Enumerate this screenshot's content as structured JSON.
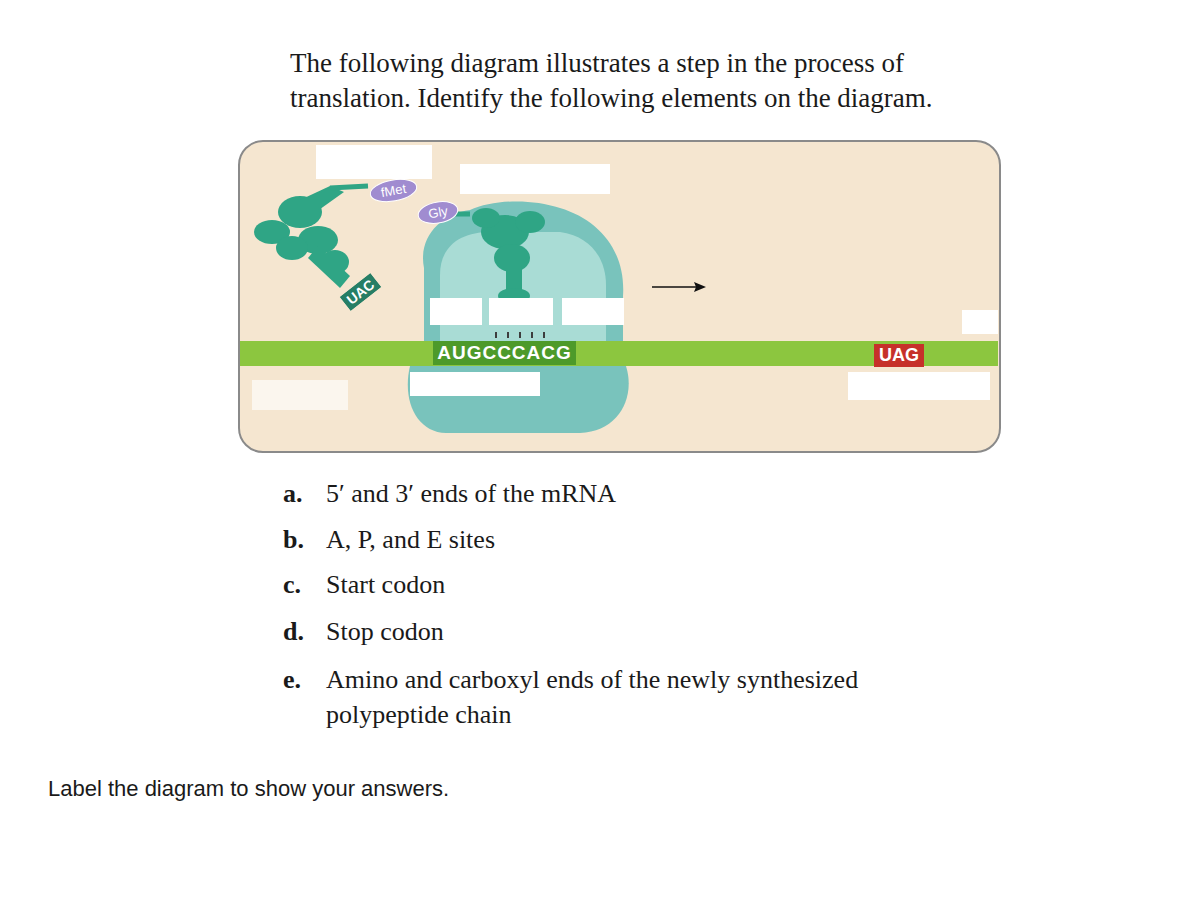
{
  "diagram": {
    "title": "The following diagram illustrates a step in the process of translation. Identify the following elements on the diagram.",
    "nodes": [
      {
        "text": [
          "fMet"
        ]
      },
      {
        "text": [
          "Gly"
        ]
      },
      {
        "text": [
          "UAC"
        ]
      },
      {
        "text": [
          "AUGCCCACG"
        ]
      },
      {
        "text": [
          "UAG"
        ]
      }
    ],
    "labels": [
      "a.",
      "5′ and 3′ ends of the mRNA",
      "b.",
      "A, P, and E sites",
      "c.",
      "Start codon",
      "d.",
      "Stop codon",
      "e.",
      "Amino and carboxyl ends of the newly synthesized polypeptide chain",
      "Label the diagram to show your answers."
    ]
  }
}
